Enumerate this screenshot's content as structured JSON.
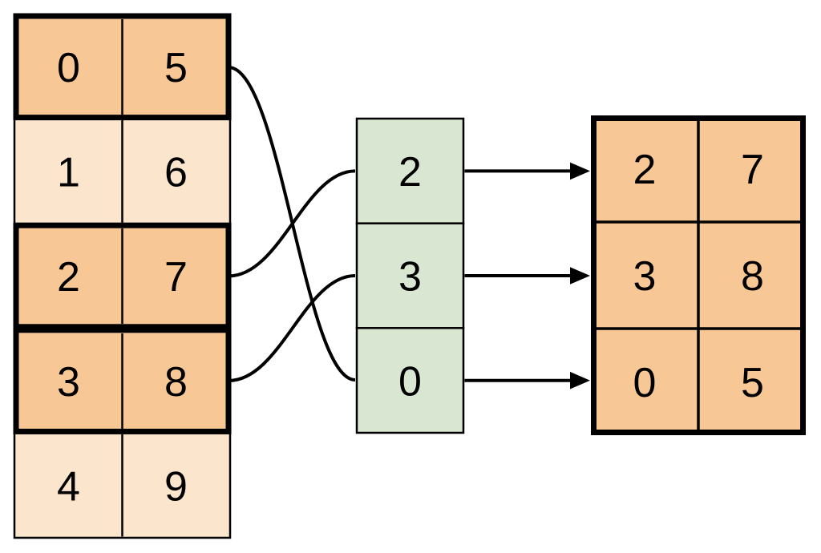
{
  "source_table": {
    "rows": [
      {
        "cells": [
          "0",
          "5"
        ],
        "selected": true
      },
      {
        "cells": [
          "1",
          "6"
        ],
        "selected": false
      },
      {
        "cells": [
          "2",
          "7"
        ],
        "selected": true
      },
      {
        "cells": [
          "3",
          "8"
        ],
        "selected": true
      },
      {
        "cells": [
          "4",
          "9"
        ],
        "selected": false
      }
    ]
  },
  "index_column": {
    "values": [
      "2",
      "3",
      "0"
    ]
  },
  "result_table": {
    "rows": [
      {
        "cells": [
          "2",
          "7"
        ]
      },
      {
        "cells": [
          "3",
          "8"
        ]
      },
      {
        "cells": [
          "0",
          "5"
        ]
      }
    ]
  },
  "connections": {
    "curves": [
      {
        "from_source_row": "0",
        "to_index": "0"
      },
      {
        "from_source_row": "2",
        "to_index": "2"
      },
      {
        "from_source_row": "3",
        "to_index": "3"
      }
    ],
    "arrows": [
      {
        "from_index": "2",
        "to_result_row": "2,7"
      },
      {
        "from_index": "3",
        "to_result_row": "3,8"
      },
      {
        "from_index": "0",
        "to_result_row": "0,5"
      }
    ]
  },
  "colors": {
    "selected_fill": "#f7c895",
    "muted_fill": "#fce5cd",
    "index_fill": "#d9e7d2",
    "line": "#000000"
  }
}
